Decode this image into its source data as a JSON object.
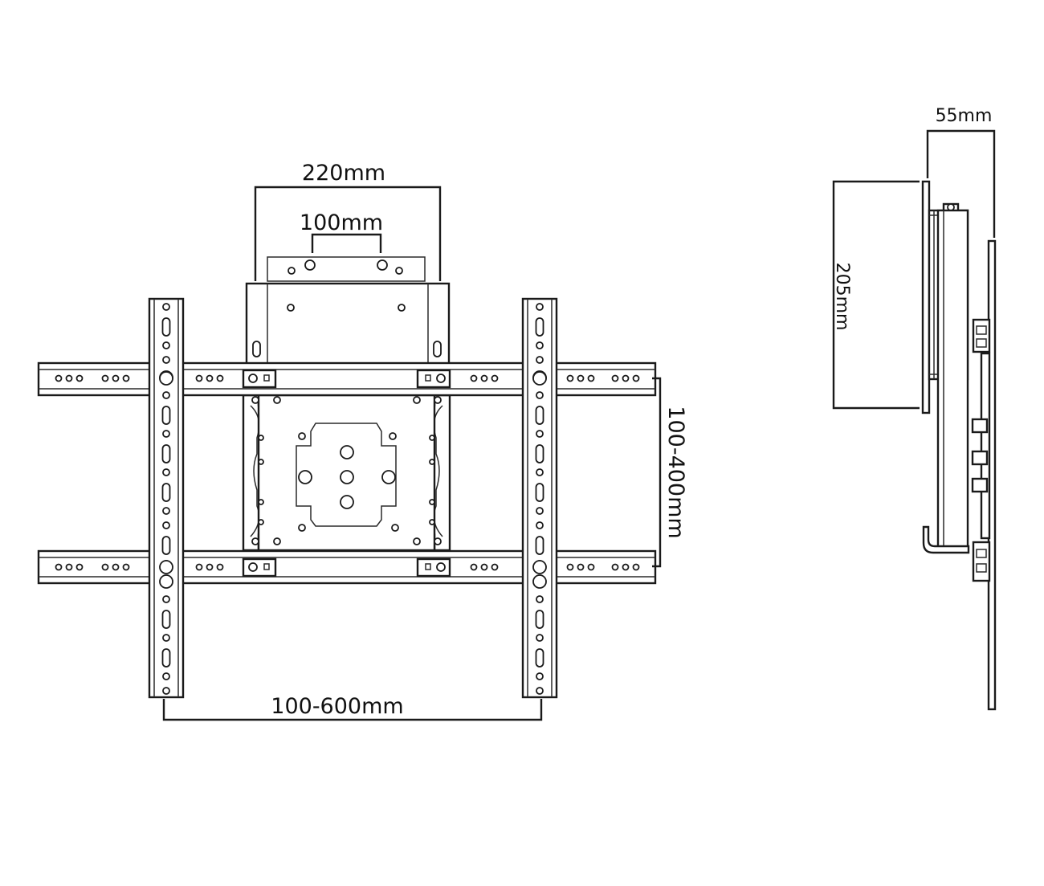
{
  "front_view": {
    "dimensions": {
      "bracket_width": "220mm",
      "hole_spacing": "100mm",
      "vertical_range": "100-400mm",
      "horizontal_range": "100-600mm"
    }
  },
  "side_view": {
    "dimensions": {
      "depth": "55mm",
      "height": "205mm"
    }
  }
}
